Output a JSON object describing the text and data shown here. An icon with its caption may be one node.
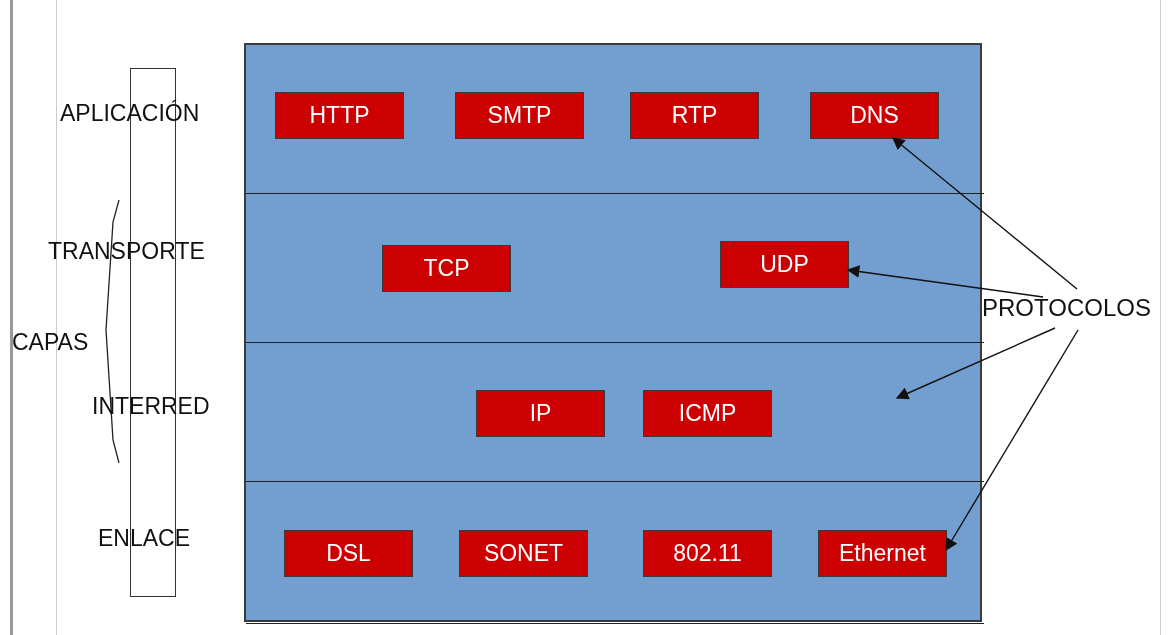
{
  "diagram": {
    "nodes": [
      {
        "text": [],
        "shape": "box"
      },
      {
        "text": [],
        "shape": "band",
        "in": 0
      },
      {
        "text": [
          "HTTP"
        ],
        "in": 1
      },
      {
        "text": [
          "SMTP"
        ],
        "in": 1
      },
      {
        "text": [
          "RTP"
        ],
        "in": 1
      },
      {
        "text": [
          "DNS"
        ],
        "in": 1
      },
      {
        "text": [],
        "shape": "band",
        "in": 0
      },
      {
        "text": [
          "TCP"
        ],
        "in": 6
      },
      {
        "text": [
          "UDP"
        ],
        "in": 6
      },
      {
        "text": [],
        "shape": "band",
        "in": 0
      },
      {
        "text": [
          "IP"
        ],
        "in": 9
      },
      {
        "text": [
          "ICMP"
        ],
        "in": 9
      },
      {
        "text": [],
        "shape": "band",
        "in": 0
      },
      {
        "text": [
          "DSL"
        ],
        "in": 12
      },
      {
        "text": [
          "SONET"
        ],
        "in": 12
      },
      {
        "text": [
          "802.11"
        ],
        "in": 12
      },
      {
        "text": [
          "Ethernet"
        ],
        "in": 12
      },
      {
        "text": [
          "PROTOCOLOS"
        ]
      },
      {
        "text": [],
        "shape": "box"
      }
    ],
    "edges": [
      {
        "from": 17,
        "to": 5,
        "arrow": "to"
      },
      {
        "from": 17,
        "to": 8,
        "arrow": "to"
      },
      {
        "from": 17,
        "to": 9,
        "arrow": "to"
      },
      {
        "from": 17,
        "to": 16,
        "arrow": "to"
      }
    ],
    "labels": [
      "APLICACIÓN",
      "TRANSPORTE",
      "CAPAS",
      "INTERRED",
      "ENLACE"
    ]
  }
}
